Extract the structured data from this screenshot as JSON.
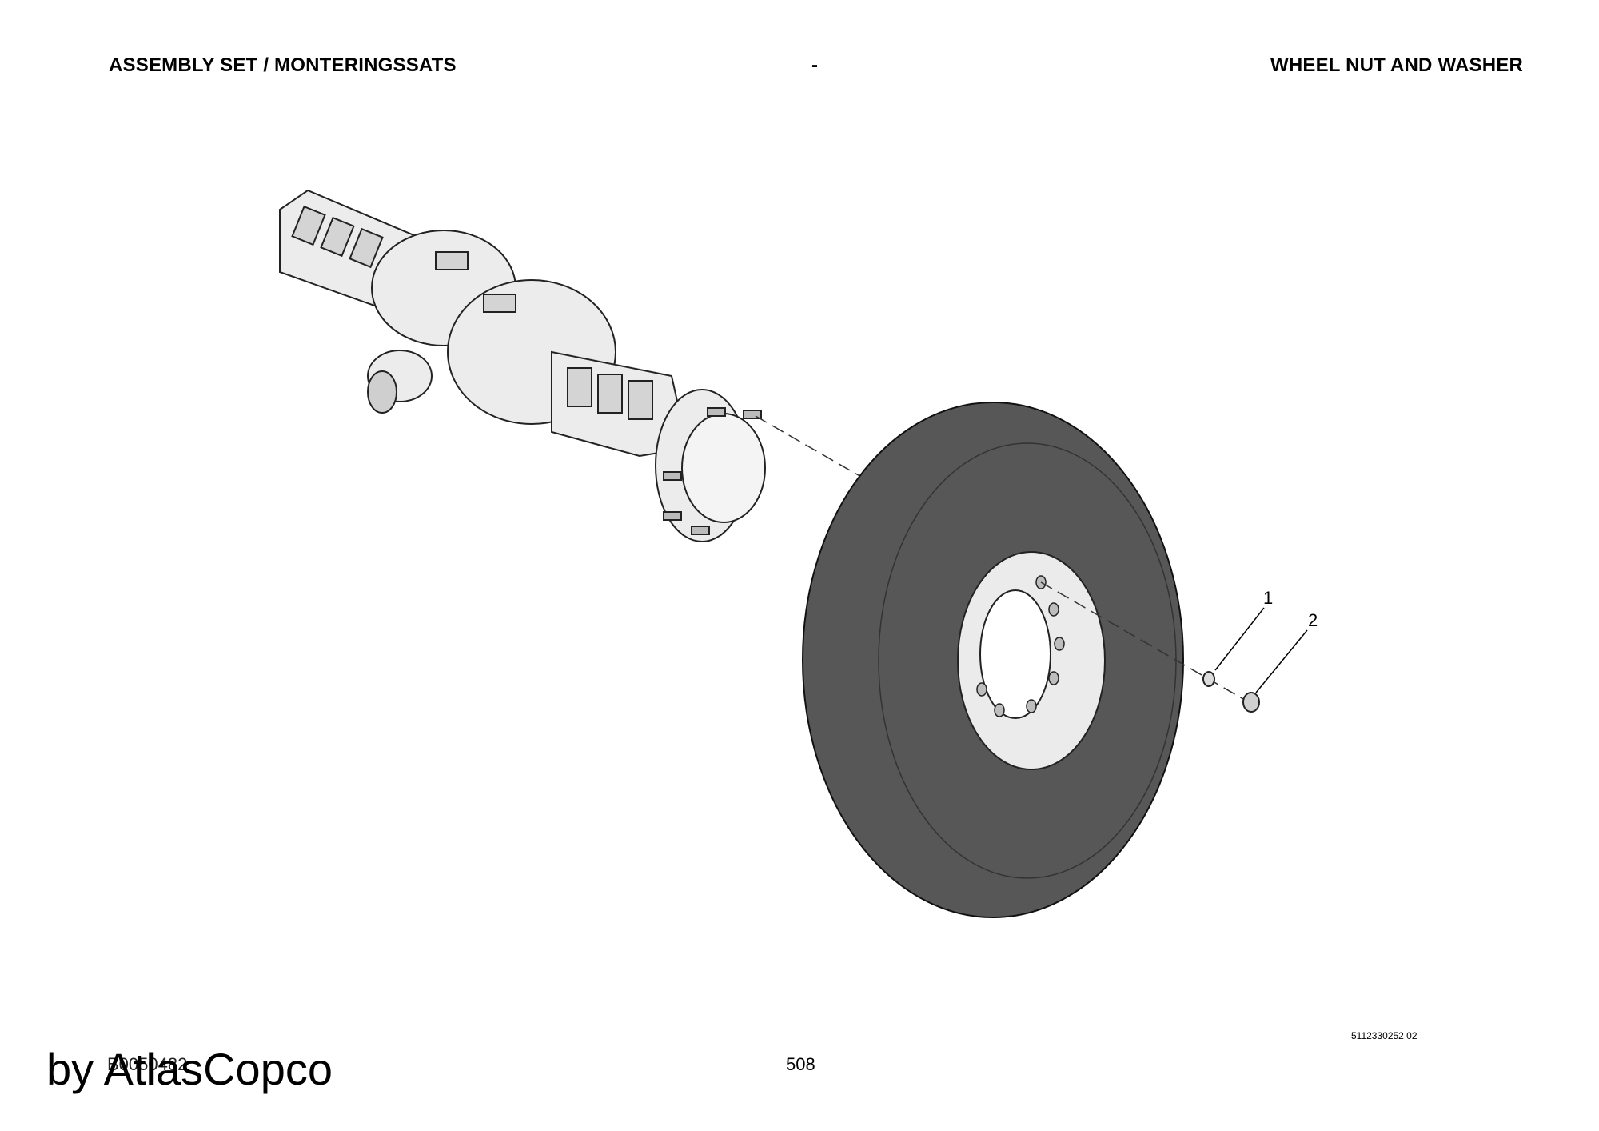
{
  "header": {
    "left_title": "ASSEMBLY SET / MONTERINGSSATS",
    "middle": "-",
    "right_title": "WHEEL NUT AND WASHER"
  },
  "callouts": [
    {
      "label": "1",
      "part": "washer"
    },
    {
      "label": "2",
      "part": "wheel-nut"
    }
  ],
  "footer": {
    "drawing_id": "B0050482",
    "page_number": "508",
    "document_number": "5112330252 02",
    "watermark": "by AtlasCopco"
  }
}
